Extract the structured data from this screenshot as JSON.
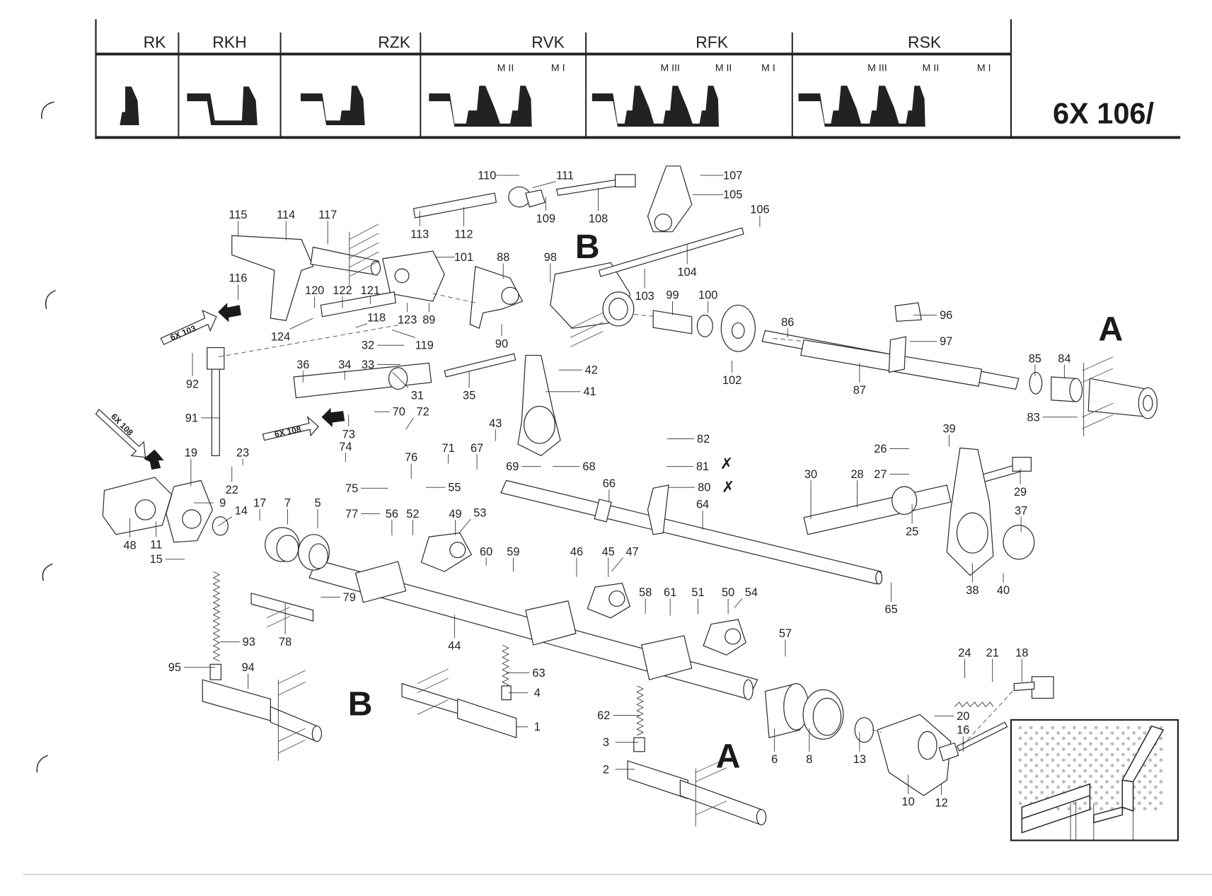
{
  "document": {
    "page_id": "6X 106/",
    "section_markers": {
      "a": "A",
      "b": "B"
    }
  },
  "header_table": {
    "columns": [
      {
        "code": "RK",
        "markers": []
      },
      {
        "code": "RKH",
        "markers": []
      },
      {
        "code": "RZK",
        "markers": []
      },
      {
        "code": "RVK",
        "markers": [
          "M II",
          "M I"
        ]
      },
      {
        "code": "RFK",
        "markers": [
          "M III",
          "M II",
          "M I"
        ]
      },
      {
        "code": "RSK",
        "markers": [
          "M III",
          "M II",
          "M I"
        ]
      }
    ]
  },
  "cross_refs": [
    "6X 103",
    "6X 108",
    "6X 108"
  ],
  "callouts": {
    "p1": "1",
    "p2": "2",
    "p3": "3",
    "p4": "4",
    "p5": "5",
    "p6": "6",
    "p7": "7",
    "p8": "8",
    "p9": "9",
    "p10": "10",
    "p11": "11",
    "p12": "12",
    "p13": "13",
    "p14": "14",
    "p15": "15",
    "p16": "16",
    "p17": "17",
    "p18": "18",
    "p19": "19",
    "p20": "20",
    "p21": "21",
    "p22": "22",
    "p23": "23",
    "p24": "24",
    "p25": "25",
    "p26": "26",
    "p27": "27",
    "p28": "28",
    "p29": "29",
    "p30": "30",
    "p31": "31",
    "p32": "32",
    "p33": "33",
    "p34": "34",
    "p35": "35",
    "p36": "36",
    "p37": "37",
    "p38": "38",
    "p39": "39",
    "p40": "40",
    "p41": "41",
    "p42": "42",
    "p43": "43",
    "p44": "44",
    "p45": "45",
    "p46": "46",
    "p47": "47",
    "p48": "48",
    "p49": "49",
    "p50": "50",
    "p51": "51",
    "p52": "52",
    "p53": "53",
    "p54": "54",
    "p55": "55",
    "p56": "56",
    "p57": "57",
    "p58": "58",
    "p59": "59",
    "p60": "60",
    "p61": "61",
    "p62": "62",
    "p63": "63",
    "p64": "64",
    "p65": "65",
    "p66": "66",
    "p67": "67",
    "p68": "68",
    "p69": "69",
    "p70": "70",
    "p71": "71",
    "p72": "72",
    "p73": "73",
    "p74": "74",
    "p75": "75",
    "p76": "76",
    "p77": "77",
    "p78": "78",
    "p79": "79",
    "p80": "80",
    "p81": "81",
    "p82": "82",
    "p83": "83",
    "p84": "84",
    "p85": "85",
    "p86": "86",
    "p87": "87",
    "p88": "88",
    "p89": "89",
    "p90": "90",
    "p91": "91",
    "p92": "92",
    "p93": "93",
    "p94": "94",
    "p95": "95",
    "p96": "96",
    "p97": "97",
    "p98": "98",
    "p99": "99",
    "p100": "100",
    "p101": "101",
    "p102": "102",
    "p103": "103",
    "p104": "104",
    "p105": "105",
    "p106": "106",
    "p107": "107",
    "p108": "108",
    "p109": "109",
    "p110": "110",
    "p111": "111",
    "p112": "112",
    "p113": "113",
    "p114": "114",
    "p115": "115",
    "p116": "116",
    "p117": "117",
    "p118": "118",
    "p119": "119",
    "p120": "120",
    "p121": "121",
    "p122": "122",
    "p123": "123",
    "p124": "124"
  },
  "omitted_part_marks": [
    "80",
    "81"
  ]
}
